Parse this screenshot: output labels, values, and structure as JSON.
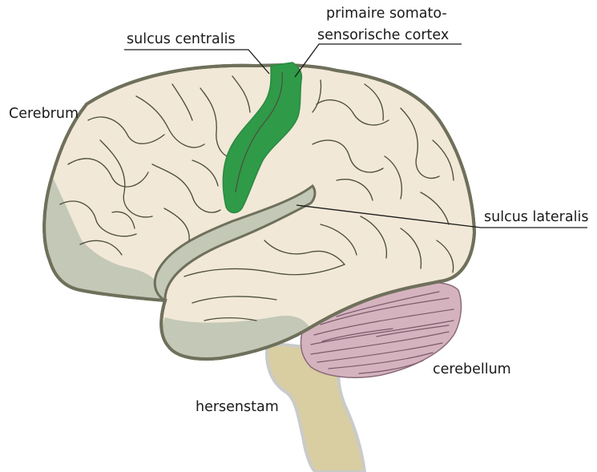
{
  "labels": {
    "primaire_line1": "primaire somato-",
    "primaire_line2": "sensorische cortex",
    "sulcus_centralis": "sulcus centralis",
    "cerebrum": "Cerebrum",
    "sulcus_lateralis": "sulcus lateralis",
    "cerebellum": "cerebellum",
    "hersenstam": "hersenstam"
  },
  "colors": {
    "cortex_fill": "#f1e8d8",
    "outline": "#6f705b",
    "shade": "#c3c8b7",
    "somatosensory": "#2f9a48",
    "cerebellum": "#d4b3be",
    "brainstem": "#d9cda2",
    "brainstem_outline": "#c9cbc9"
  }
}
